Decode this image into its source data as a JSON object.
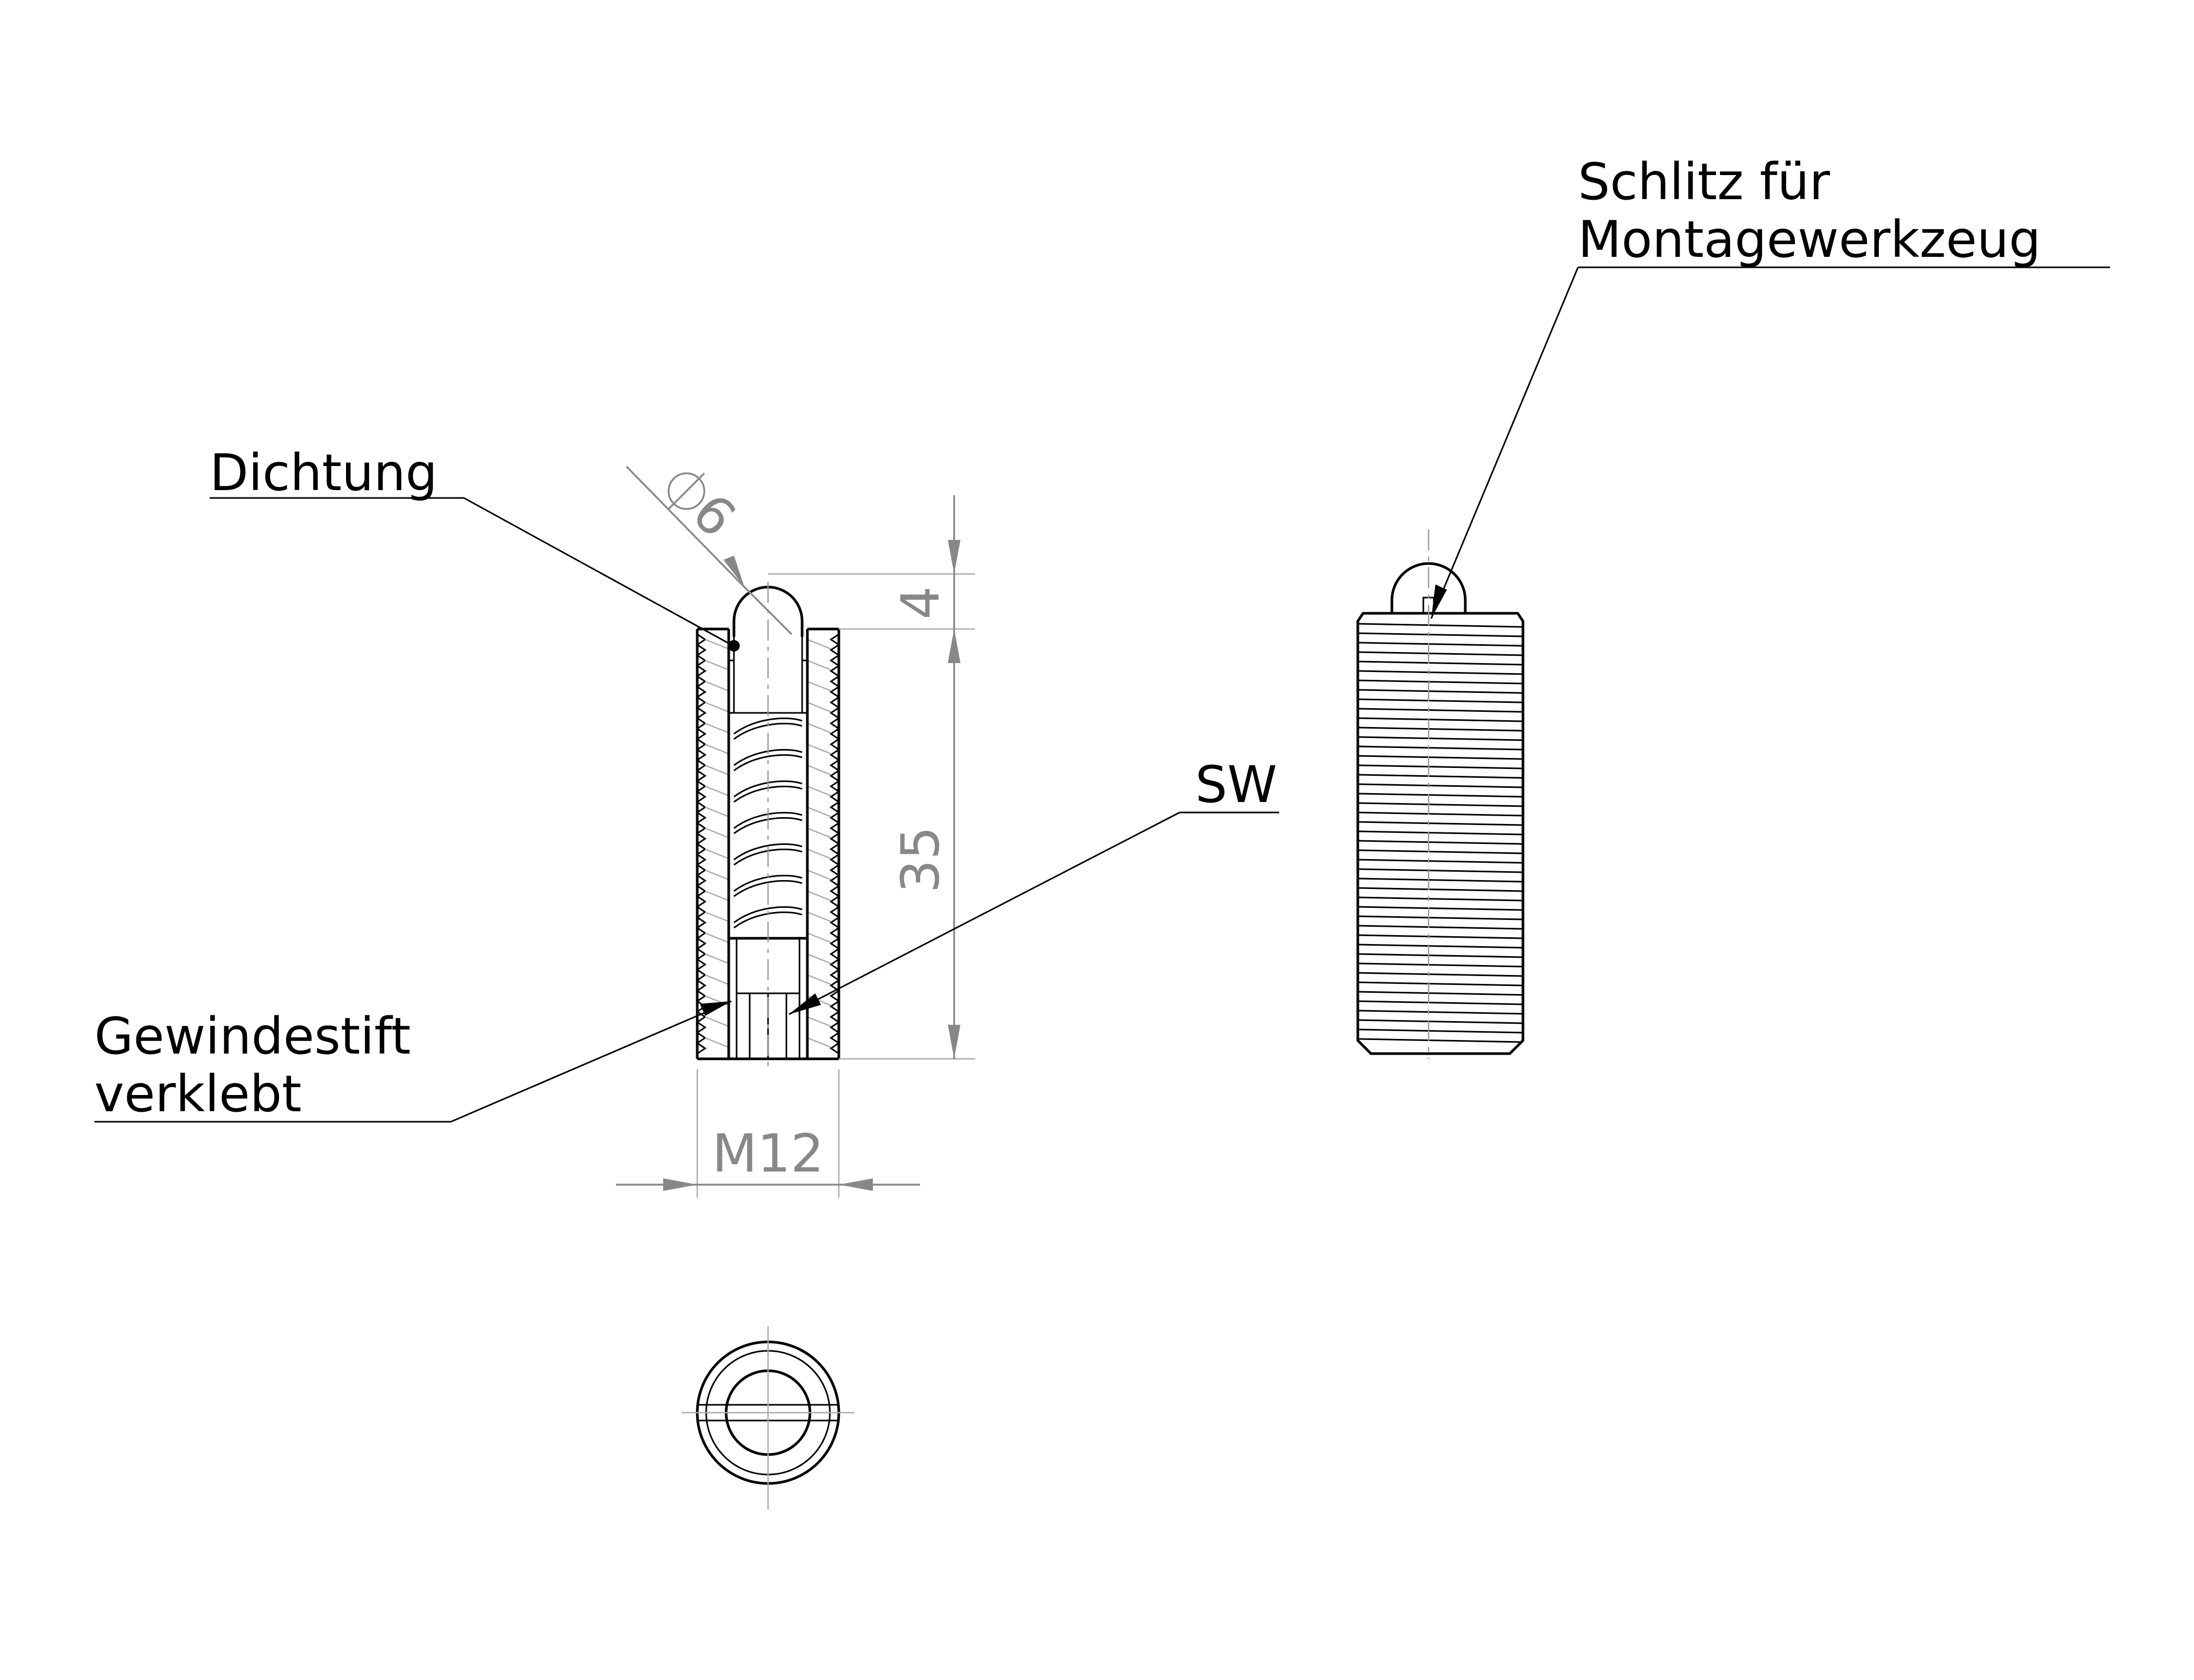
{
  "labels": {
    "dichtung": "Dichtung",
    "schlitz_line1": "Schlitz für",
    "schlitz_line2": "Montagewerkzeug",
    "sw": "SW",
    "gewindestift_line1": "Gewindestift",
    "gewindestift_line2": "verklebt"
  },
  "dimensions": {
    "ball_diameter": "6",
    "ball_protrusion": "4",
    "body_length": "35",
    "thread": "M12"
  },
  "colors": {
    "outline": "#000000",
    "dimension": "#888888",
    "background": "#ffffff"
  }
}
